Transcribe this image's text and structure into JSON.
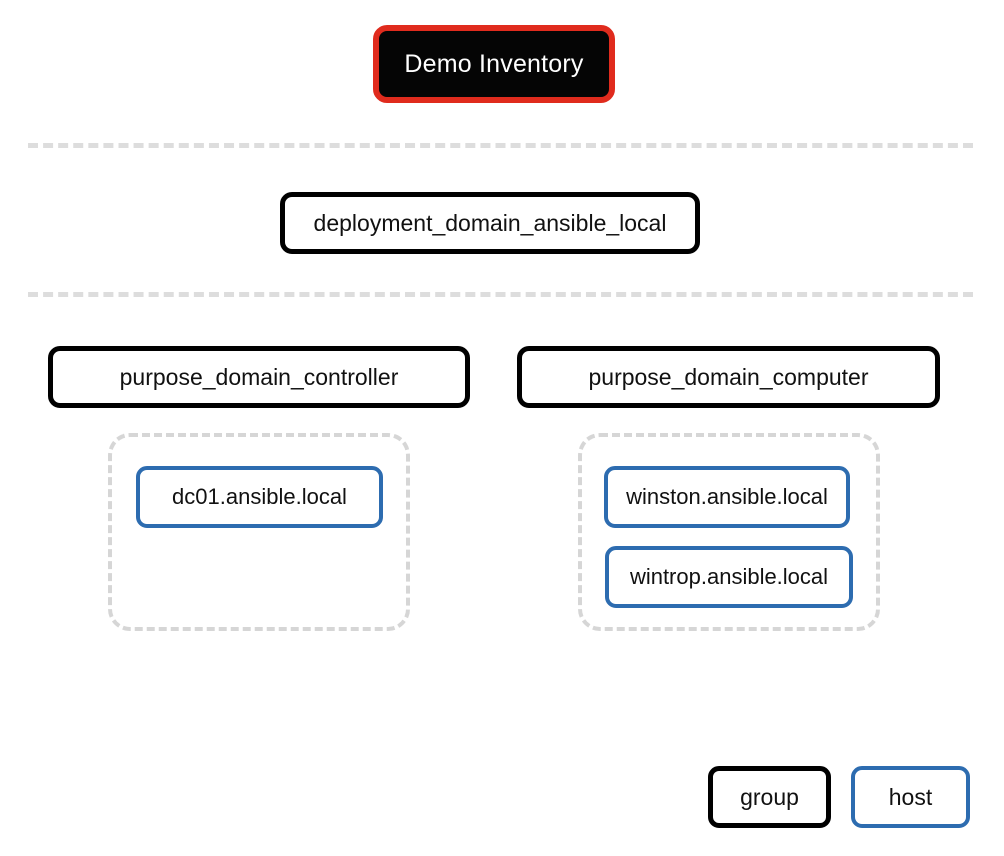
{
  "diagram": {
    "type": "tree",
    "title_node": {
      "label": "Demo Inventory",
      "kind": "inventory-root",
      "fill_color": "#050505",
      "border_color": "#e02b1d",
      "text_color": "#ffffff"
    },
    "levels": [
      {
        "index": 0,
        "nodes": [
          {
            "label": "Demo Inventory",
            "kind": "inventory"
          }
        ]
      },
      {
        "index": 1,
        "nodes": [
          {
            "label": "deployment_domain_ansible_local",
            "kind": "group"
          }
        ]
      },
      {
        "index": 2,
        "nodes": [
          {
            "label": "purpose_domain_controller",
            "kind": "group"
          },
          {
            "label": "purpose_domain_computer",
            "kind": "group"
          }
        ]
      }
    ],
    "deployment_group": {
      "label": "deployment_domain_ansible_local",
      "border_color": "#000000"
    },
    "purpose_groups": [
      {
        "label": "purpose_domain_controller",
        "border_color": "#000000",
        "hosts": [
          {
            "label": "dc01.ansible.local",
            "border_color": "#2d6cb0"
          }
        ]
      },
      {
        "label": "purpose_domain_computer",
        "border_color": "#000000",
        "hosts": [
          {
            "label": "winston.ansible.local",
            "border_color": "#2d6cb0"
          },
          {
            "label": "wintrop.ansible.local",
            "border_color": "#2d6cb0"
          }
        ]
      }
    ],
    "legend": {
      "items": [
        {
          "label": "group",
          "kind": "group",
          "border_color": "#000000"
        },
        {
          "label": "host",
          "kind": "host",
          "border_color": "#2d6cb0"
        }
      ]
    },
    "separators": [
      {
        "name": "separator-below-inventory",
        "color": "#dddddd"
      },
      {
        "name": "separator-below-deployment",
        "color": "#dddddd"
      }
    ],
    "colors": {
      "background": "#ffffff",
      "group_border": "#000000",
      "host_border": "#2d6cb0",
      "inventory_border": "#e02b1d",
      "inventory_fill": "#050505",
      "separator": "#dddddd",
      "host_container_border": "#d6d6d6"
    }
  }
}
